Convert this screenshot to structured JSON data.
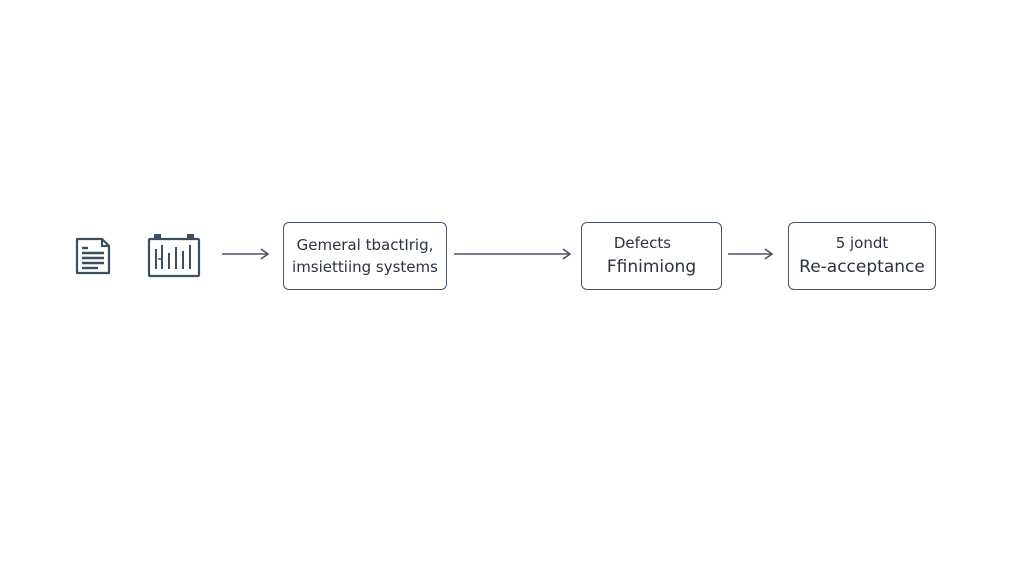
{
  "diagram": {
    "icons": [
      {
        "name": "document-list-icon"
      },
      {
        "name": "battery-chart-icon"
      }
    ],
    "nodes": [
      {
        "line1": "Gemeral tbactIrig,",
        "line2": "imsiettiing systems"
      },
      {
        "line1": "Defects",
        "line2": "Ffinimiong"
      },
      {
        "line1": "5 jondt",
        "line2": "Re-acceptance"
      }
    ],
    "colors": {
      "stroke": "#4a5566",
      "icon": "#3d4e63",
      "text": "#2b3340"
    }
  }
}
